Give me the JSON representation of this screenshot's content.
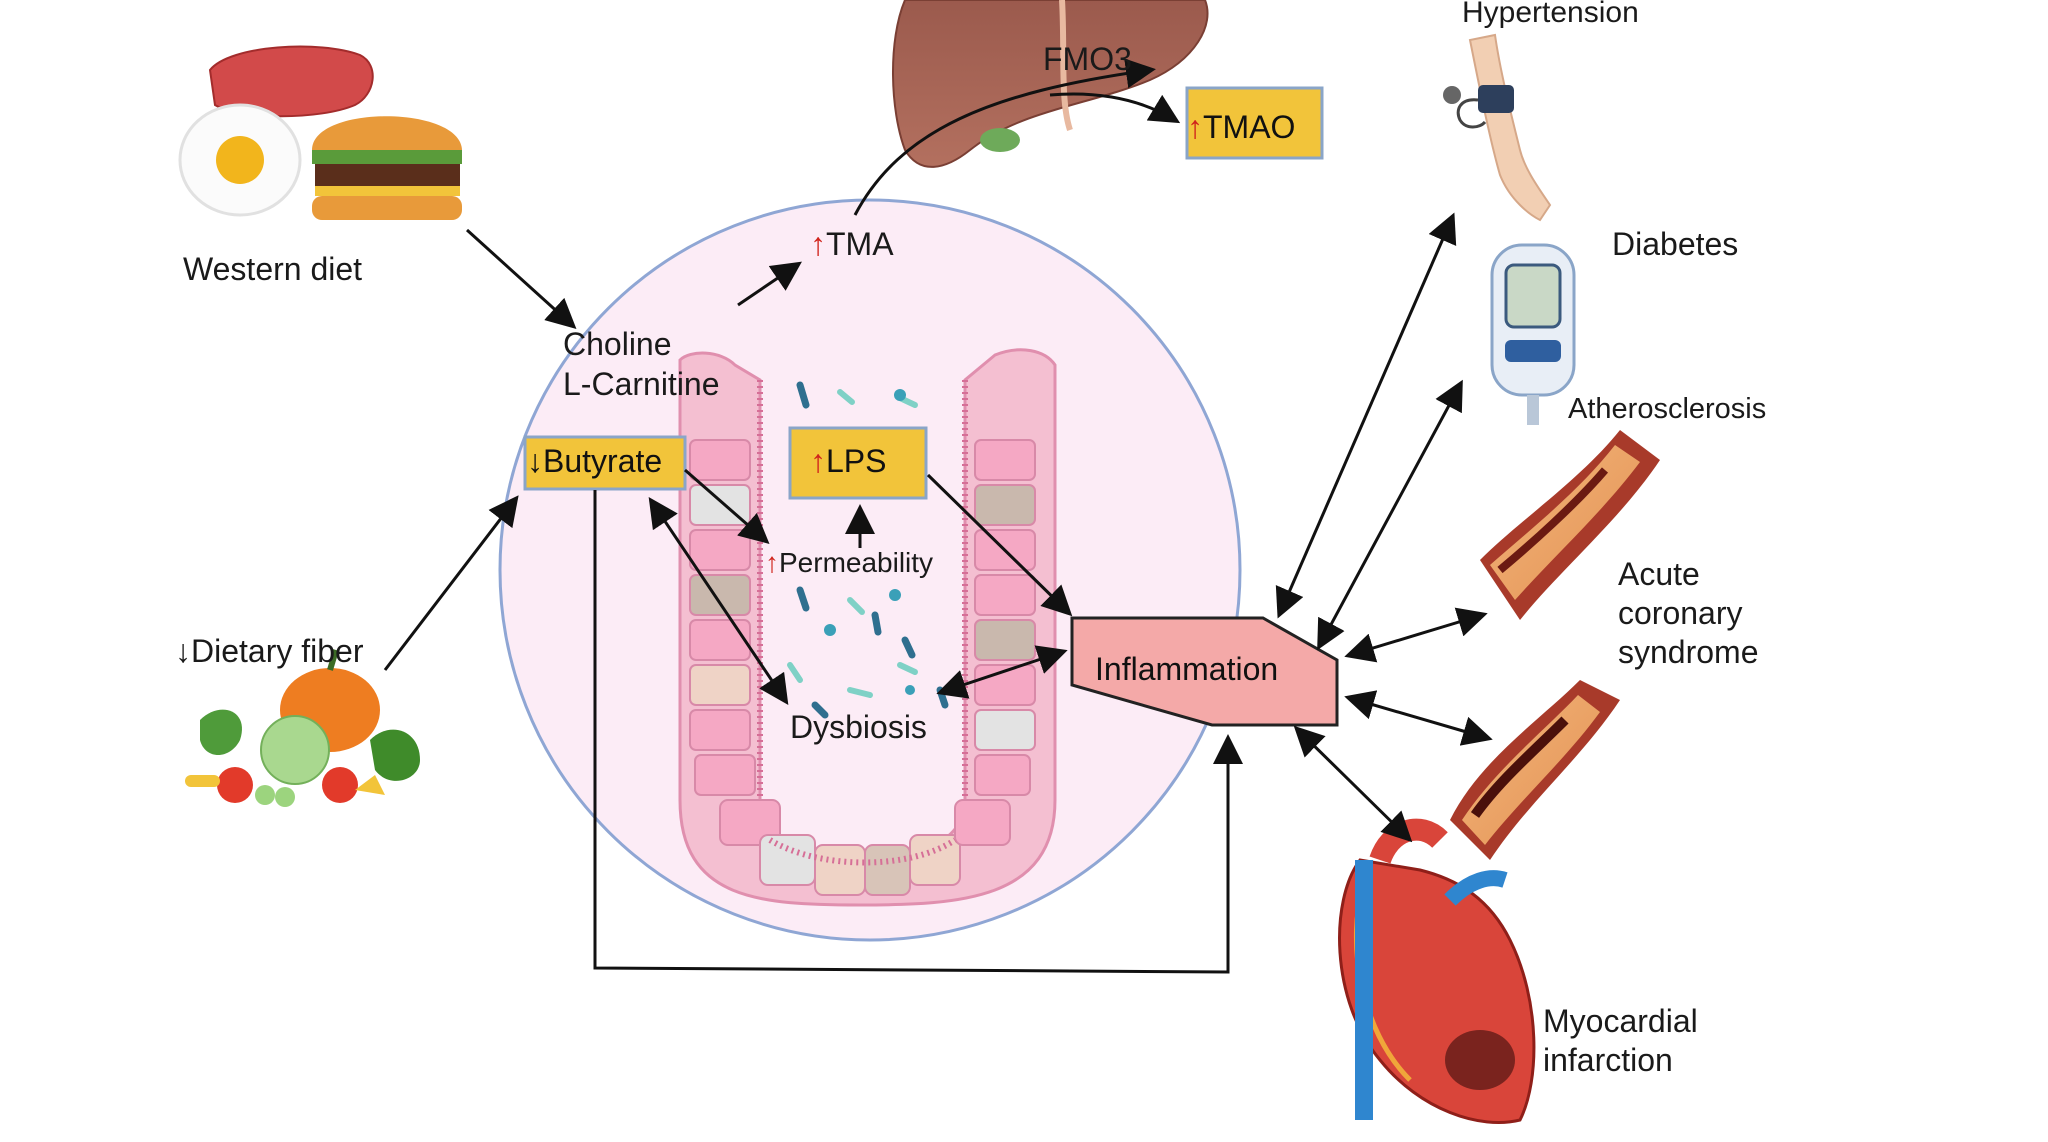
{
  "labels": {
    "western_diet": "Western diet",
    "dietary_fiber": "Dietary fiber",
    "choline": "Choline",
    "l_carnitine": "L-Carnitine",
    "butyrate": "Butyrate",
    "lps": "LPS",
    "tma": "TMA",
    "tmao": "TMAO",
    "fmo3": "FMO3",
    "permeability": "Permeability",
    "dysbiosis": "Dysbiosis",
    "inflammation": "Inflammation",
    "hypertension": "Hypertension",
    "diabetes": "Diabetes",
    "atherosclerosis": "Atherosclerosis",
    "acs_line1": "Acute",
    "acs_line2": "coronary",
    "acs_line3": "syndrome",
    "mi_line1": "Myocardial",
    "mi_line2": "infarction"
  },
  "arrows": {
    "up": "↑",
    "down": "↓"
  },
  "colors": {
    "box_fill": "#f2c43a",
    "box_stroke": "#8aa5c8",
    "inflammation_fill": "#f4a9a8",
    "circle_fill": "#fcecf6",
    "circle_stroke": "#8fa6d4",
    "increase_arrow": "#d0241c"
  }
}
